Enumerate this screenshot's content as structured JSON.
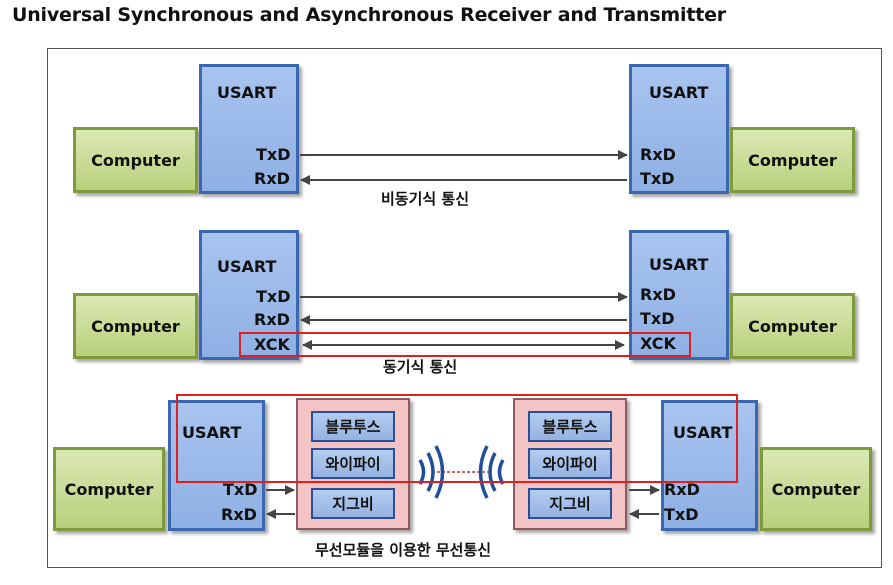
{
  "title": "Universal Synchronous and Asynchronous Receiver and Transmitter",
  "labels": {
    "computer": "Computer",
    "usart": "USART",
    "txd": "TxD",
    "rxd": "RxD",
    "xck": "XCK"
  },
  "captions": {
    "async": "비동기식 통신",
    "sync": "동기식 통신",
    "wireless": "무선모듈을 이용한 무선통신"
  },
  "modules": {
    "bluetooth": "블루투스",
    "wifi": "와이파이",
    "zigbee": "지그비"
  },
  "colors": {
    "computer_fill": "#c4d98e",
    "usart_fill": "#99b8e8",
    "module_fill": "#f2c4c6",
    "highlight": "#e02020",
    "arrow": "#444444"
  }
}
